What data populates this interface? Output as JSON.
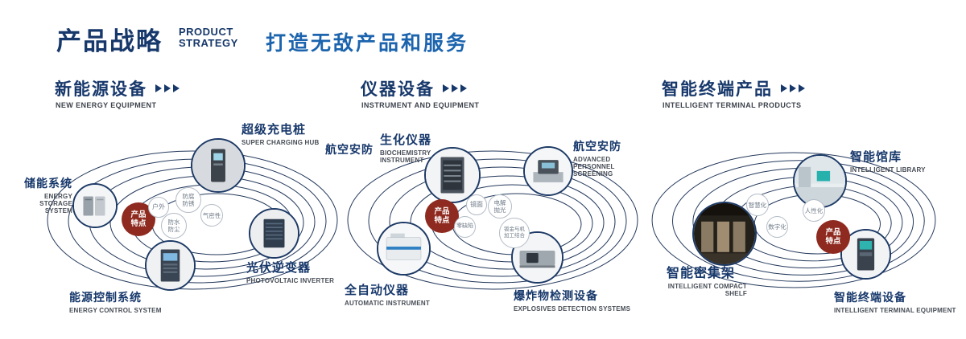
{
  "header": {
    "title": "产品战略",
    "subtitle_line1": "PRODUCT",
    "subtitle_line2": "STRATEGY",
    "tagline": "打造无敌产品和服务"
  },
  "colors": {
    "navy": "#17386b",
    "blue": "#1c64ae",
    "badge_red": "#8e2a1f",
    "orbit_line": "#24395c",
    "bubble_text": "#6f7b88"
  },
  "sections": [
    {
      "title": "新能源设备",
      "subtitle": "NEW ENERGY EQUIPMENT",
      "badge": "产品特点",
      "nodes": [
        {
          "zh": "储能系统",
          "en": "ENERGY STORAGE SYSTEM"
        },
        {
          "zh": "超级充电桩",
          "en": "SUPER CHARGING HUB"
        },
        {
          "zh": "光伏逆变器",
          "en": "PHOTOVOLTAIC INVERTER"
        },
        {
          "zh": "能源控制系统",
          "en": "ENERGY CONTROL SYSTEM"
        }
      ],
      "bubbles": [
        "户外",
        "防腐防锈",
        "气密性",
        "防水防尘"
      ]
    },
    {
      "title": "仪器设备",
      "subtitle": "INSTRUMENT AND EQUIPMENT",
      "badge": "产品特点",
      "extra_label": "航空安防",
      "nodes": [
        {
          "zh": "生化仪器",
          "en": "BIOCHEMISTRY INSTRUMENT"
        },
        {
          "zh": "航空安防",
          "en": "ADVANCED PERSONNEL SCREENING"
        },
        {
          "zh": "全自动仪器",
          "en": "AUTOMATIC INSTRUMENT"
        },
        {
          "zh": "爆炸物检测设备",
          "en": "EXPLOSIVES DETECTION SYSTEMS"
        }
      ],
      "bubbles": [
        "镜面",
        "电解抛光",
        "零缺陷",
        "钣金与机加工结合"
      ]
    },
    {
      "title": "智能终端产品",
      "subtitle": "INTELLIGENT TERMINAL PRODUCTS",
      "badge": "产品特点",
      "nodes": [
        {
          "zh": "智能馆库",
          "en": "INTELLIGENT LIBRARY"
        },
        {
          "zh": "智能密集架",
          "en": "INTELLIGENT COMPACT SHELF"
        },
        {
          "zh": "智能终端设备",
          "en": "INTELLIGENT TERMINAL EQUIPMENT"
        }
      ],
      "bubbles": [
        "智慧化",
        "人性化",
        "数字化"
      ]
    }
  ]
}
